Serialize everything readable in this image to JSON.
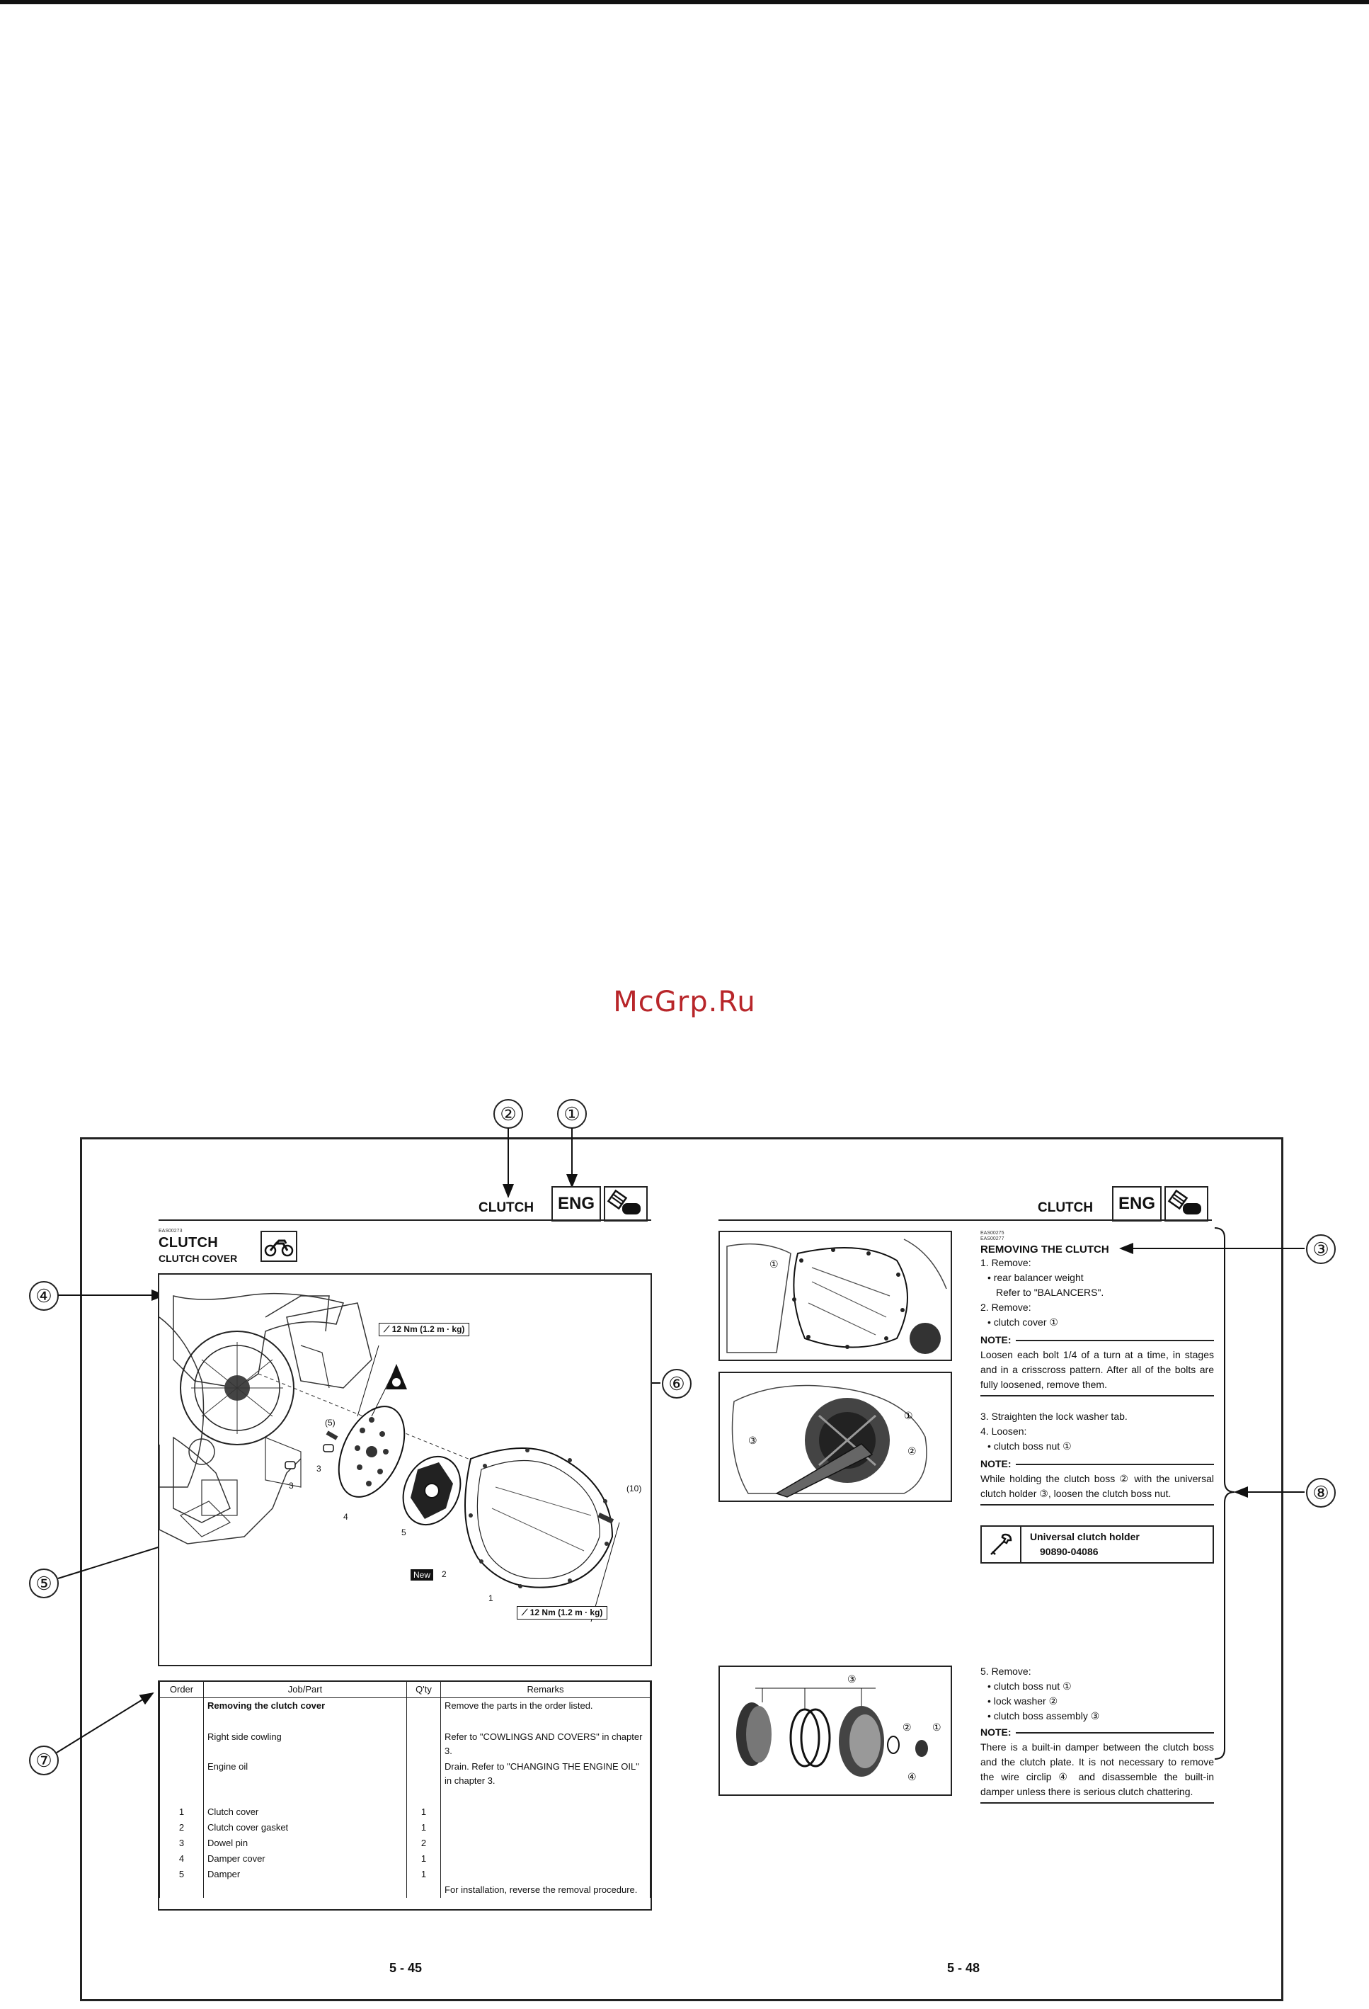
{
  "watermark": "McGrp.Ru",
  "callouts": [
    "①",
    "②",
    "③",
    "④",
    "⑤",
    "⑥",
    "⑦",
    "⑧"
  ],
  "left_page": {
    "header_title": "CLUTCH",
    "eng_badge": "ENG",
    "small_code": "EAS00273",
    "section_title": "CLUTCH",
    "subsection_title": "CLUTCH COVER",
    "figure": {
      "torque_top": "12 Nm (1.2 m · kg)",
      "torque_bottom": "12 Nm (1.2 m · kg)",
      "label_5": "(5)",
      "label_10": "(10)",
      "new_tag": "New",
      "part_labels": [
        "1",
        "2",
        "3",
        "3",
        "4",
        "5"
      ]
    },
    "table": {
      "headers": [
        "Order",
        "Job/Part",
        "Q'ty",
        "Remarks"
      ],
      "rows": [
        {
          "order": "",
          "part": "Removing the clutch cover",
          "qty": "",
          "remarks": "Remove the parts in the order listed.",
          "bold": true
        },
        {
          "order": "",
          "part": "",
          "qty": "",
          "remarks": ""
        },
        {
          "order": "",
          "part": "Right side cowling",
          "qty": "",
          "remarks": "Refer to \"COWLINGS AND COVERS\" in chapter 3."
        },
        {
          "order": "",
          "part": "Engine oil",
          "qty": "",
          "remarks": "Drain. Refer to \"CHANGING THE ENGINE OIL\" in chapter 3."
        },
        {
          "order": "",
          "part": "",
          "qty": "",
          "remarks": ""
        },
        {
          "order": "1",
          "part": "Clutch cover",
          "qty": "1",
          "remarks": ""
        },
        {
          "order": "2",
          "part": "Clutch cover gasket",
          "qty": "1",
          "remarks": ""
        },
        {
          "order": "3",
          "part": "Dowel pin",
          "qty": "2",
          "remarks": ""
        },
        {
          "order": "4",
          "part": "Damper cover",
          "qty": "1",
          "remarks": ""
        },
        {
          "order": "5",
          "part": "Damper",
          "qty": "1",
          "remarks": ""
        },
        {
          "order": "",
          "part": "",
          "qty": "",
          "remarks": "For installation, reverse the removal procedure."
        }
      ]
    },
    "page_number": "5 - 45"
  },
  "right_page": {
    "header_title": "CLUTCH",
    "eng_badge": "ENG",
    "small_code": "EAS00275\nEAS00277",
    "section_title": "REMOVING THE CLUTCH",
    "steps_a": [
      "1. Remove:",
      "• rear balancer weight",
      "Refer to \"BALANCERS\".",
      "2. Remove:",
      "• clutch cover ①"
    ],
    "note_label": "NOTE:",
    "note_a": "Loosen each bolt 1/4 of a turn at a time, in stages and in a crisscross pattern. After all of the bolts are fully loosened, remove them.",
    "steps_b": [
      "3. Straighten the lock washer tab.",
      "4. Loosen:",
      "• clutch boss nut ①"
    ],
    "note_b": "While holding the clutch boss ② with the universal clutch holder ③, loosen the clutch boss nut.",
    "tool_name": "Universal clutch holder",
    "tool_number": "90890-04086",
    "steps_c": [
      "5. Remove:",
      "• clutch boss nut ①",
      "• lock washer ②",
      "• clutch boss assembly ③"
    ],
    "note_c": "There is a built-in damper between the clutch boss and the clutch plate. It is not necessary to remove the wire circlip ④ and disassemble the built-in damper unless there is serious clutch chattering.",
    "fig_labels": [
      "①",
      "②",
      "③",
      "④"
    ],
    "page_number": "5 - 48"
  }
}
